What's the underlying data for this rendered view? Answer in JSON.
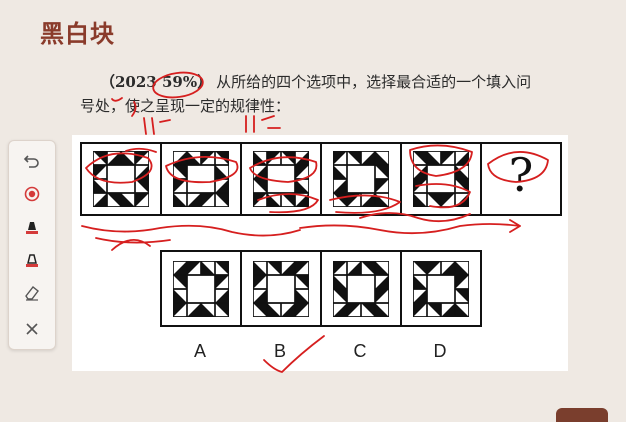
{
  "page": {
    "title": "黑白块",
    "question_tag": "（2023 59%）",
    "question_line1": "从所给的四个选项中，选择最合适的一个填入问",
    "question_line2": "号处，使之呈现一定的规律性："
  },
  "puzzle": {
    "question_mark": "?",
    "option_labels": [
      "A",
      "B",
      "C",
      "D"
    ]
  },
  "toolbar": {
    "tools": [
      "undo-icon",
      "record-icon",
      "highlighter-icon",
      "pen-icon",
      "eraser-icon",
      "close-icon"
    ],
    "accent_color": "#d43a3a"
  },
  "colors": {
    "background": "#efe9e3",
    "title": "#8a3b2b",
    "annotation": "#d61f1f"
  }
}
